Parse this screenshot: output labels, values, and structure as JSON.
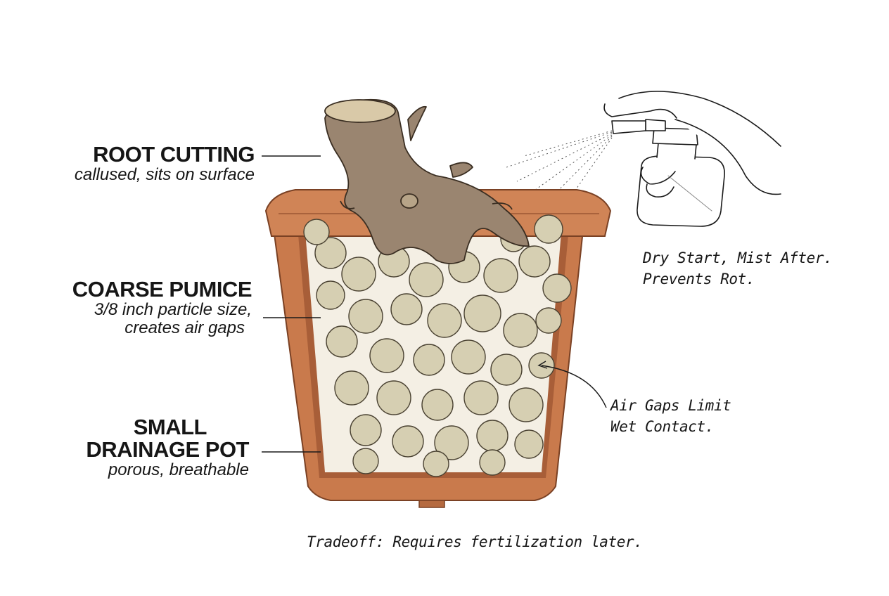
{
  "labels": {
    "root": {
      "title": "ROOT CUTTING",
      "sub": "callused, sits on surface"
    },
    "pumice": {
      "title": "COARSE PUMICE",
      "sub1": "3/8 inch particle size,",
      "sub2": "creates air gaps"
    },
    "pot": {
      "title1": "SMALL",
      "title2": "DRAINAGE POT",
      "sub": "porous, breathable"
    }
  },
  "notes": {
    "mist1": "Dry Start, Mist After.",
    "mist2": "Prevents Rot.",
    "air1": "Air Gaps Limit",
    "air2": "Wet Contact.",
    "tradeoff": "Tradeoff: Requires fertilization later."
  },
  "icons": [
    "root-cutting-illustration",
    "terracotta-pot-cutaway",
    "pumice-stones",
    "spray-bottle-hand-illustration"
  ],
  "colors": {
    "pot": "#c97a4c",
    "pot_dark": "#9c5733",
    "pot_inner": "#a85e38",
    "pumice": "#d6cfb2",
    "pumice_shade": "#b9b096",
    "wood": "#9a8570",
    "wood_light": "#c8b8a0",
    "ink": "#1a1a1a"
  }
}
